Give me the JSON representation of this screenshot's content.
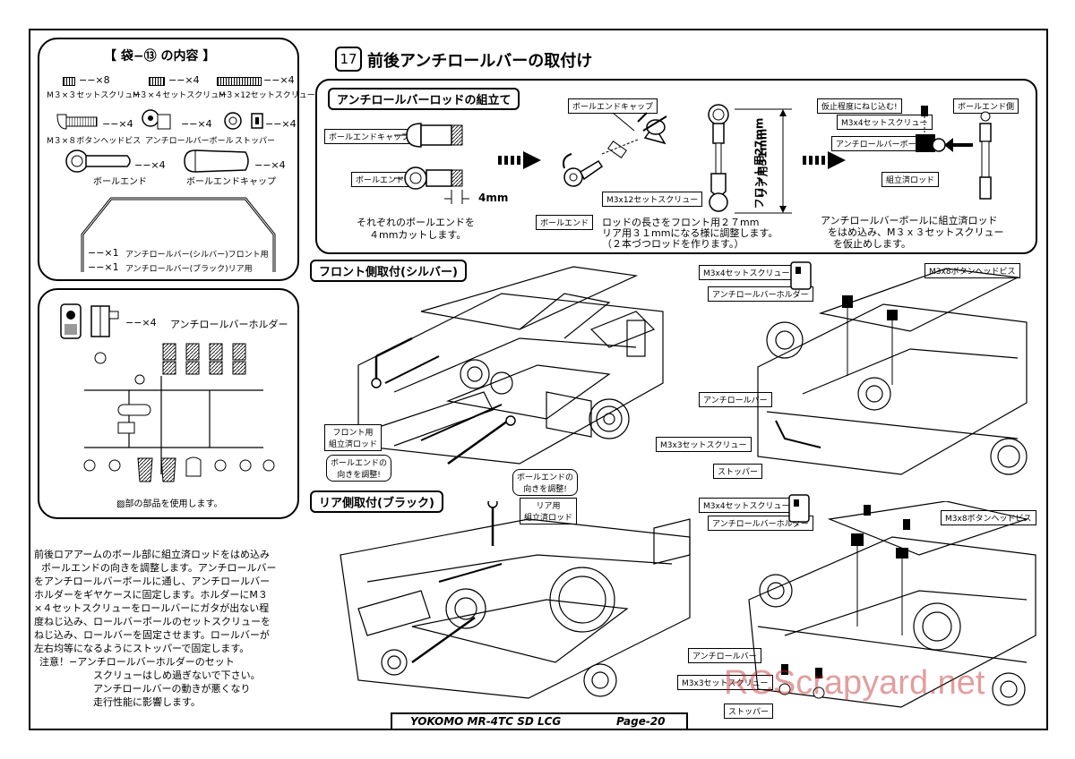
{
  "bag": {
    "title": "【 袋−⑬ の内容 】",
    "parts": [
      {
        "qty": "−−×8",
        "name": "M３×３セットスクリュー"
      },
      {
        "qty": "−−×4",
        "name": "M３×４セットスクリュー"
      },
      {
        "qty": "−−×4",
        "name": "M３×12セットスクリュー"
      },
      {
        "qty": "−−×4",
        "name": "M３×８ボタンヘッドビス"
      },
      {
        "qty": "−−×4",
        "name": "アンチロールバーボール"
      },
      {
        "qty": "−−×4",
        "name": "ストッパー"
      },
      {
        "qty": "−−×4",
        "name": "ボールエンド"
      },
      {
        "qty": "−−×4",
        "name": "ボールエンドキャップ"
      }
    ],
    "bars": [
      {
        "qty": "−−×1",
        "name": "アンチロールバー(シルバー)フロント用"
      },
      {
        "qty": "−−×1",
        "name": "アンチロールバー(ブラック)リア用"
      }
    ]
  },
  "holder_panel": {
    "qty": "−−×4",
    "name": "アンチロールバーホルダー",
    "note": "▨部の部品を使用します。"
  },
  "step": {
    "number": "17",
    "title": "前後アンチロールバーの取付け"
  },
  "rod": {
    "section_title": "アンチロールバーロッドの組立て",
    "ball_end_cap": "ボールエンドキャップ",
    "ball_end": "ボールエンド",
    "cut_mm": "4mm",
    "cut_text": [
      "それぞれのボールエンドを",
      "４mmカットします。"
    ],
    "ball_end_cap_2": "ボールエンドキャップ",
    "set_screw_12": "M3x12セットスクリュー",
    "ball_end_2": "ボールエンド",
    "length_front": "フロント用27mm",
    "length_rear": "リア用31mm",
    "length_text": [
      "ロッドの長さをフロント用２７mm",
      "リア用３１mmになる様に調整します。",
      "（２本づつロッドを作ります。）"
    ],
    "temp_fix": "仮止程度にねじ込む!",
    "set_screw_4": "M3x4セットスクリュー",
    "arb_ball": "アンチロールバーボール",
    "ball_end_side": "ボールエンド側",
    "assembled_rod": "組立済ロッド",
    "assemble_text": [
      "アンチロールバーボールに組立済ロッド",
      "をはめ込み、M３ｘ３セットスクリュー",
      "を仮止めします。"
    ]
  },
  "front": {
    "section_title": "フロント側取付(シルバー)",
    "assembled_rod": [
      "フロント用",
      "組立済ロッド"
    ],
    "adjust": [
      "ボールエンドの",
      "向きを調整!"
    ],
    "adjust_2": [
      "ボールエンドの",
      "向きを調整!"
    ],
    "set_screw_4": "M3x4セットスクリュー",
    "holder": "アンチロールバーホルダー",
    "button_screw": "M3x8ボタンヘッドビス",
    "arb": "アンチロールバー",
    "set_screw_3": "M3x3セットスクリュー",
    "stopper": "ストッパー"
  },
  "rear": {
    "section_title": "リア側取付(ブラック)",
    "assembled_rod": [
      "リア用",
      "組立済ロッド"
    ],
    "set_screw_4": "M3x4セットスクリュー",
    "holder": "アンチロールバーホルダー",
    "button_screw": "M3x8ボタンヘッドビス",
    "arb": "アンチロールバー",
    "set_screw_3": "M3x3セットスクリュー",
    "stopper": "ストッパー"
  },
  "instructions": [
    "前後ロアアームのボール部に組立済ロッドをはめ込み",
    "ボールエンドの向きを調整します。アンチロールバー",
    "をアンチロールバーボールに通し、アンチロールバー",
    "ホルダーをギヤケースに固定します。ホルダーにM３",
    "×４セットスクリューをロールバーにガタが出ない程",
    "度ねじ込み、ロールバーボールのセットスクリューを",
    "ねじ込み、ロールバーを固定させます。ロールバーが",
    "左右均等になるようにストッパーで固定します。"
  ],
  "caution": [
    "注意！−アンチロールバーホルダーのセット",
    "スクリューはしめ過ぎないで下さい。",
    "アンチロールバーの動きが悪くなり",
    "走行性能に影響します。"
  ],
  "footer": {
    "model": "YOKOMO MR-4TC SD LCG",
    "page": "Page-20"
  },
  "watermark": "RCScrapyard.net"
}
